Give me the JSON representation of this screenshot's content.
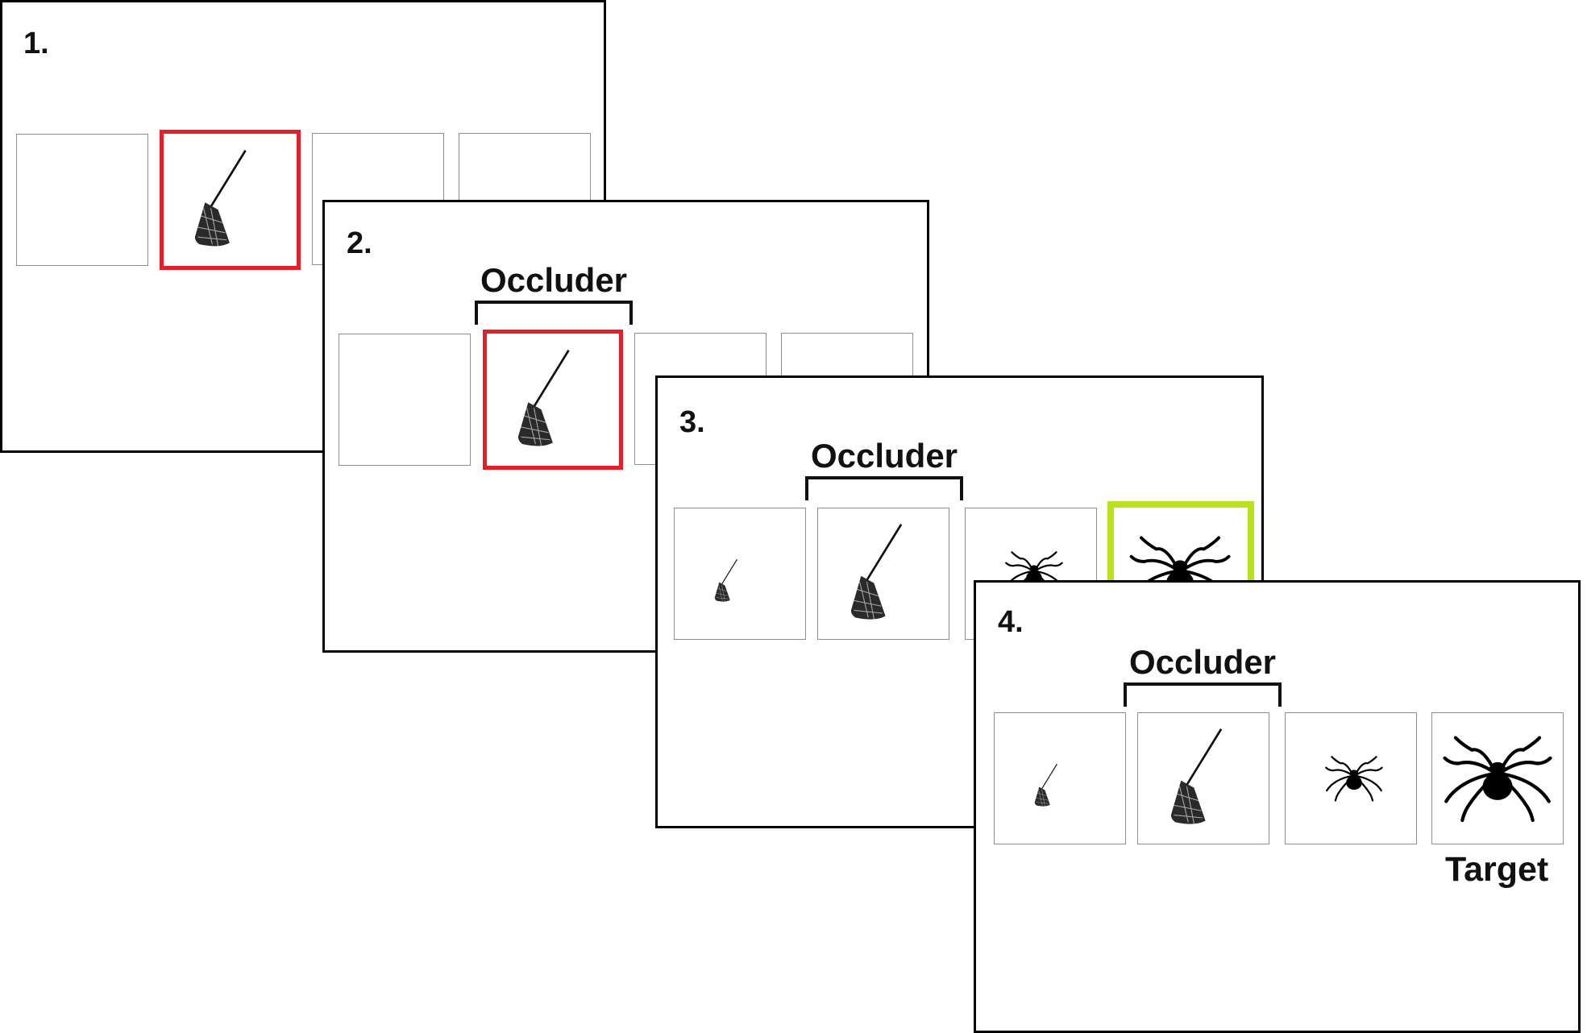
{
  "panels": [
    {
      "label": "1."
    },
    {
      "label": "2.",
      "occluder": "Occluder"
    },
    {
      "label": "3.",
      "occluder": "Occluder"
    },
    {
      "label": "4.",
      "occluder": "Occluder",
      "target": "Target"
    }
  ],
  "colors": {
    "highlight_red": "#e3202a",
    "highlight_green": "#b9e21a",
    "cell_border": "#8f8f8f",
    "panel_border": "#000000"
  },
  "icons": [
    "broom-icon",
    "spider-icon"
  ]
}
